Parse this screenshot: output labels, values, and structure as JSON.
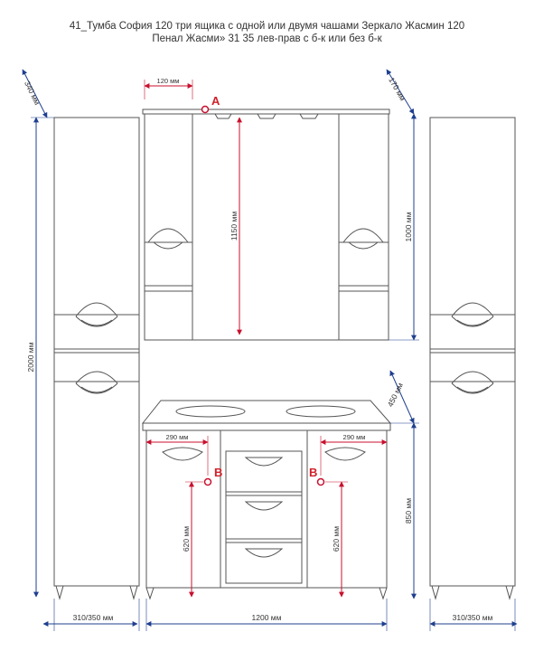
{
  "title": {
    "line1": "41_Тумба София 120 три ящика с одной или двумя чашами  Зеркало Жасмин 120",
    "line2": "Пенал Жасми» 31 35 лев-прав с б-к или без б-к"
  },
  "dimensions": {
    "left_depth": "340 мм",
    "right_depth": "170 мм",
    "mirror_shelf": "120 мм",
    "mirror_height": "1150 мм",
    "mirror_block_height": "1000 мм",
    "pencil_height": "2000 мм",
    "vanity_depth": "450 мм",
    "vanity_height": "850 мм",
    "left_offset": "290 мм",
    "right_offset": "290 мм",
    "left_pipe": "620 мм",
    "right_pipe": "620 мм",
    "left_width": "310/350 мм",
    "center_width": "1200 мм",
    "right_width": "310/350 мм"
  },
  "markers": {
    "a": "A",
    "b_left": "B",
    "b_right": "B"
  },
  "colors": {
    "dimension_line": "#1f3f8f",
    "red_line": "#c8102e",
    "furniture_line": "#555555"
  }
}
